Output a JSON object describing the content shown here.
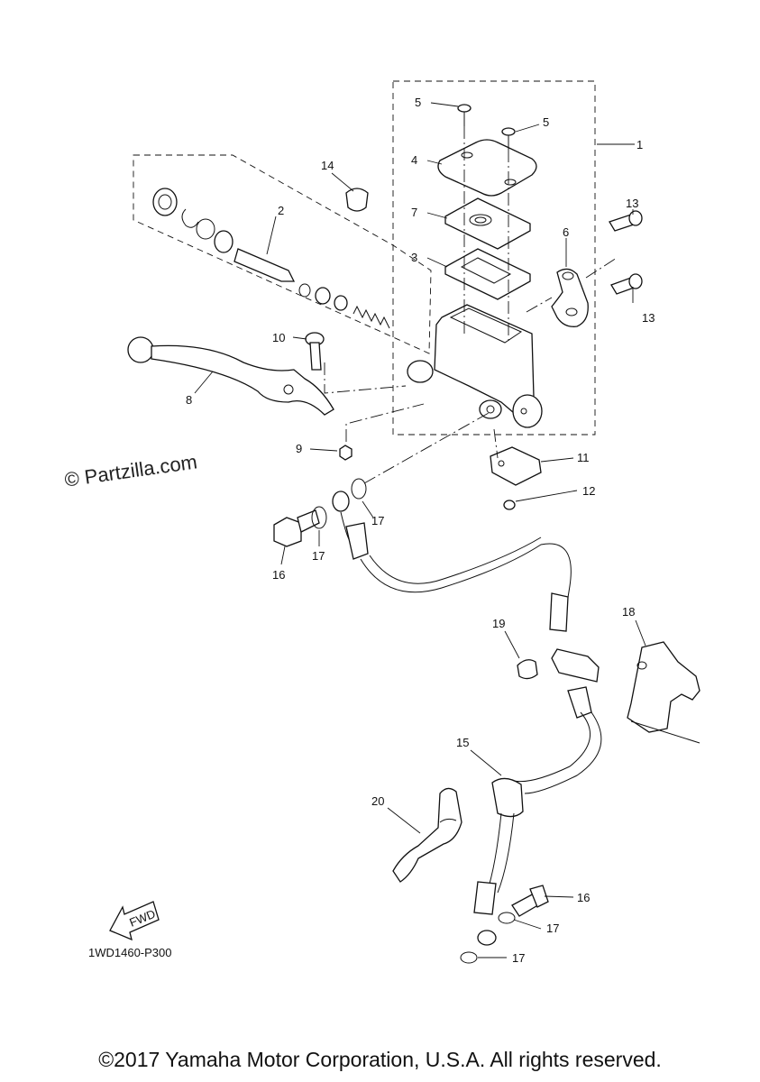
{
  "diagram": {
    "labels": [
      {
        "id": "1",
        "text": "1"
      },
      {
        "id": "2",
        "text": "2"
      },
      {
        "id": "3",
        "text": "3"
      },
      {
        "id": "4",
        "text": "4"
      },
      {
        "id": "5a",
        "text": "5"
      },
      {
        "id": "5b",
        "text": "5"
      },
      {
        "id": "6",
        "text": "6"
      },
      {
        "id": "7",
        "text": "7"
      },
      {
        "id": "8",
        "text": "8"
      },
      {
        "id": "9",
        "text": "9"
      },
      {
        "id": "10",
        "text": "10"
      },
      {
        "id": "11",
        "text": "11"
      },
      {
        "id": "12",
        "text": "12"
      },
      {
        "id": "13a",
        "text": "13"
      },
      {
        "id": "13b",
        "text": "13"
      },
      {
        "id": "14",
        "text": "14"
      },
      {
        "id": "15",
        "text": "15"
      },
      {
        "id": "16a",
        "text": "16"
      },
      {
        "id": "16b",
        "text": "16"
      },
      {
        "id": "17a",
        "text": "17"
      },
      {
        "id": "17b",
        "text": "17"
      },
      {
        "id": "17c",
        "text": "17"
      },
      {
        "id": "17d",
        "text": "17"
      },
      {
        "id": "18",
        "text": "18"
      },
      {
        "id": "19",
        "text": "19"
      },
      {
        "id": "20",
        "text": "20"
      }
    ],
    "fwd_label": "FWD",
    "diagram_code": "1WD1460-P300",
    "watermark": "© Partzilla.com",
    "copyright": "©2017 Yamaha Motor Corporation, U.S.A. All rights reserved."
  }
}
